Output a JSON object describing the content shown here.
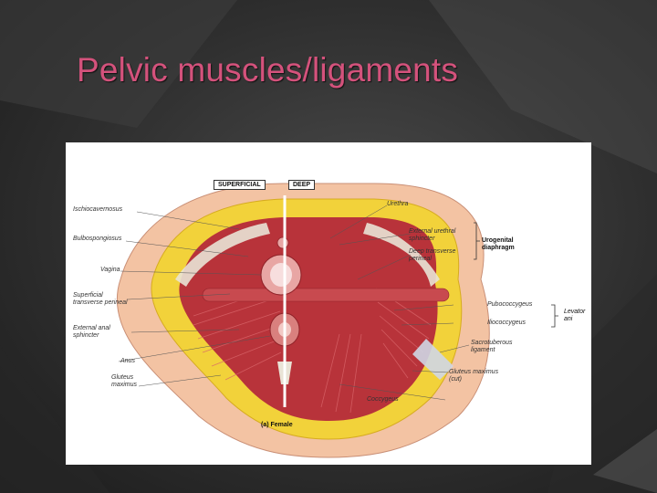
{
  "slide": {
    "title": "Pelvic muscles/ligaments"
  },
  "figure": {
    "tags": {
      "left": "SUPERFICIAL",
      "right": "DEEP"
    },
    "caption": "(a) Female",
    "left_labels": [
      "Ischiocavernosus",
      "Bulbospongiosus",
      "Vagina",
      "Superficial transverse perineal",
      "External anal sphincter",
      "Anus",
      "Gluteus maximus"
    ],
    "right_labels": [
      "Urethra",
      "External urethral sphincter",
      "Deep transverse perineal",
      "Pubococcygeus",
      "Iliococcygeus",
      "Sacrotuberous ligament",
      "Gluteus maximus (cut)",
      "Coccygeus"
    ],
    "group_labels": {
      "urogenital": "Urogenital diaphragm",
      "levator": "Levator ani"
    },
    "colors": {
      "muscle": "#b8333a",
      "muscle_light": "#d9656a",
      "fat": "#f2d23a",
      "skin": "#f3c3a3",
      "bone": "#e9e3d6"
    }
  }
}
